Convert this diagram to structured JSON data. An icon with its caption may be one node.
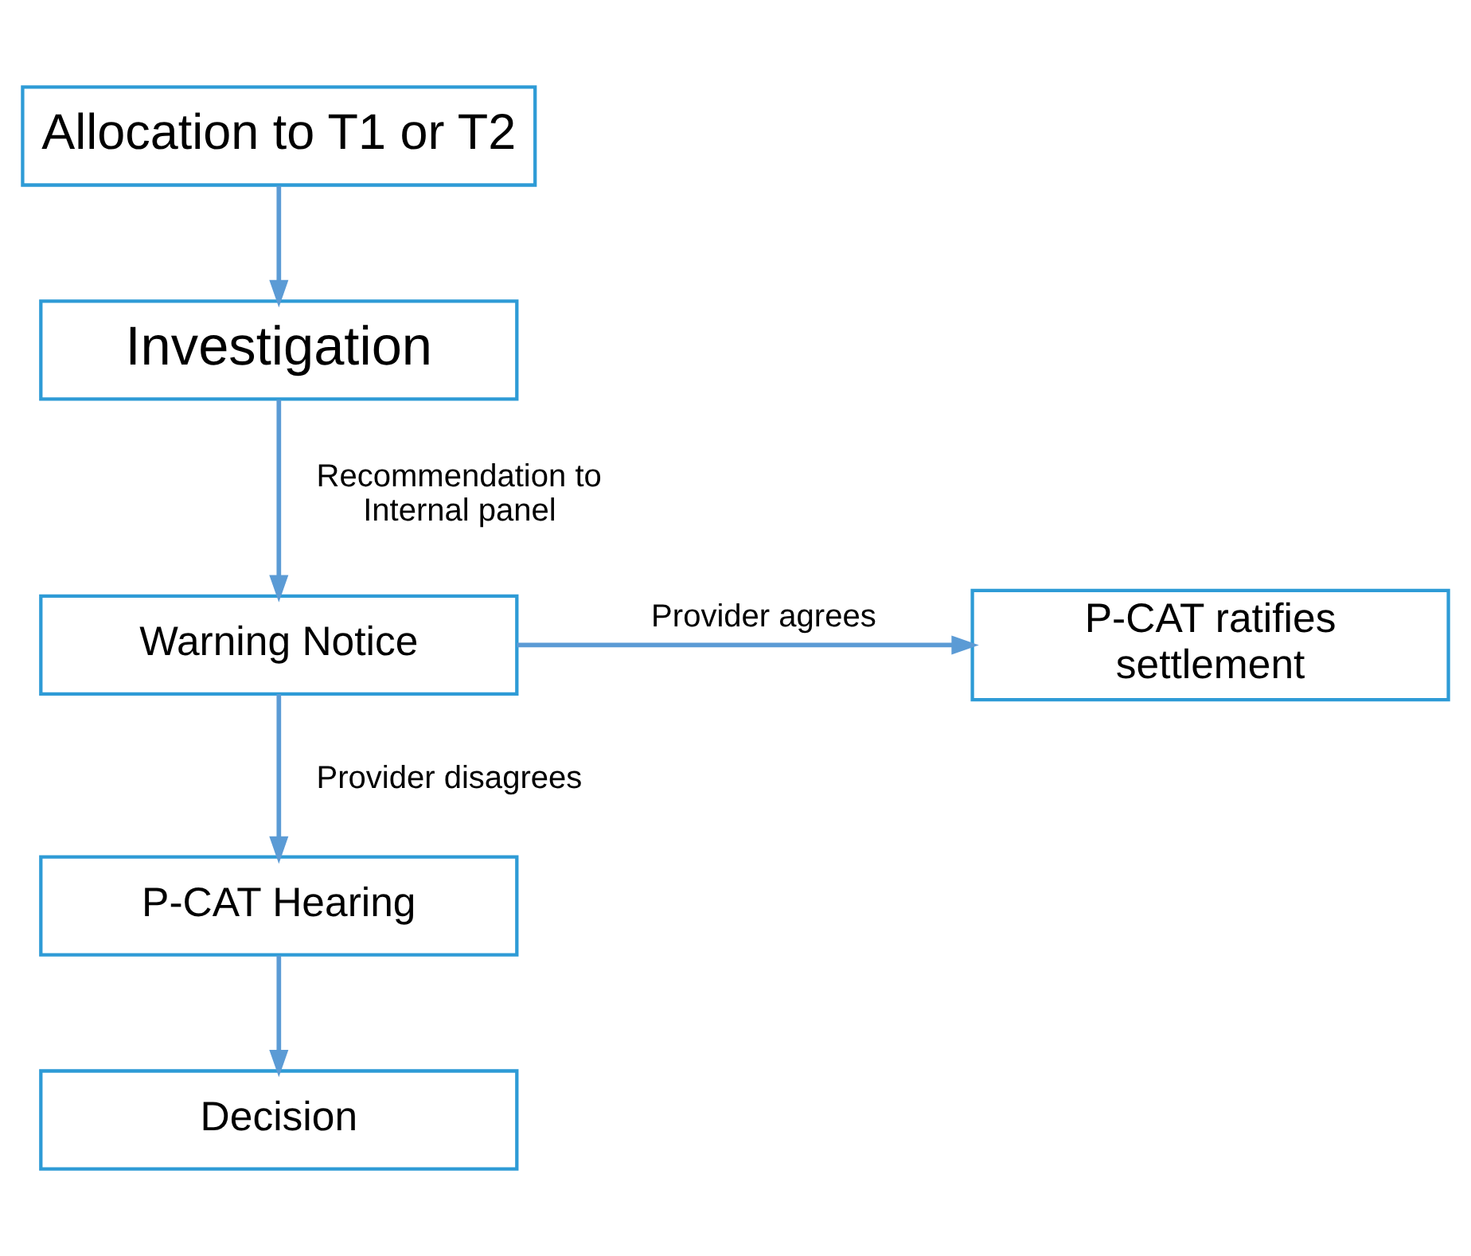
{
  "diagram": {
    "nodes": [
      {
        "text": [
          "Allocation to T1 or T2"
        ]
      },
      {
        "text": [
          "Investigation"
        ]
      },
      {
        "text": [
          "Warning Notice"
        ]
      },
      {
        "text": [
          "P-CAT ratifies settlement"
        ]
      },
      {
        "text": [
          "P-CAT Hearing"
        ]
      },
      {
        "text": [
          "Decision"
        ]
      }
    ],
    "edges": [
      {
        "from": 0,
        "to": 1,
        "arrow": "to"
      },
      {
        "from": 1,
        "to": 2,
        "arrow": "to",
        "label": "Recommendation to Internal panel"
      },
      {
        "from": 2,
        "to": 3,
        "arrow": "to",
        "label": "Provider agrees"
      },
      {
        "from": 2,
        "to": 4,
        "arrow": "to",
        "label": "Provider disagrees"
      },
      {
        "from": 4,
        "to": 5,
        "arrow": "to"
      }
    ]
  }
}
